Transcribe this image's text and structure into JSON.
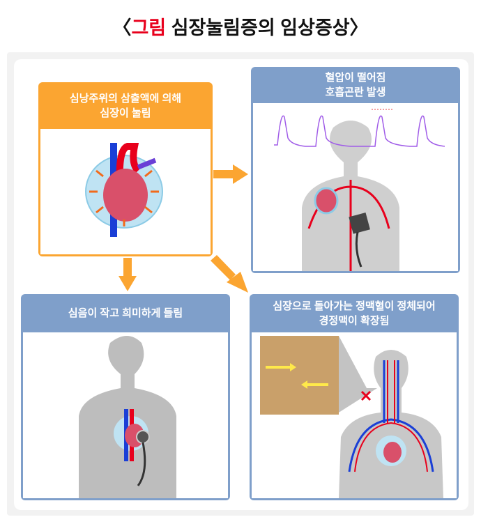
{
  "title": {
    "prefix": "〈",
    "highlight": "그림",
    "text": " 심장눌림증의 임상증상",
    "suffix": "〉"
  },
  "panels": {
    "cause": {
      "line1": "심낭주위의 삼출액에 의해",
      "line2": "심장이 눌림"
    },
    "blood_pressure": {
      "line1": "혈압이 떨어짐",
      "line2": "호흡곤란 발생"
    },
    "heart_sound": {
      "line1": "심음이 작고 희미하게 들림"
    },
    "jugular": {
      "line1": "심장으로 돌아가는 정맥혈이 정체되어",
      "line2": "경정맥이 확장됨"
    }
  },
  "colors": {
    "orange": "#fba531",
    "blue": "#7f9fca",
    "red": "#e8001c"
  }
}
